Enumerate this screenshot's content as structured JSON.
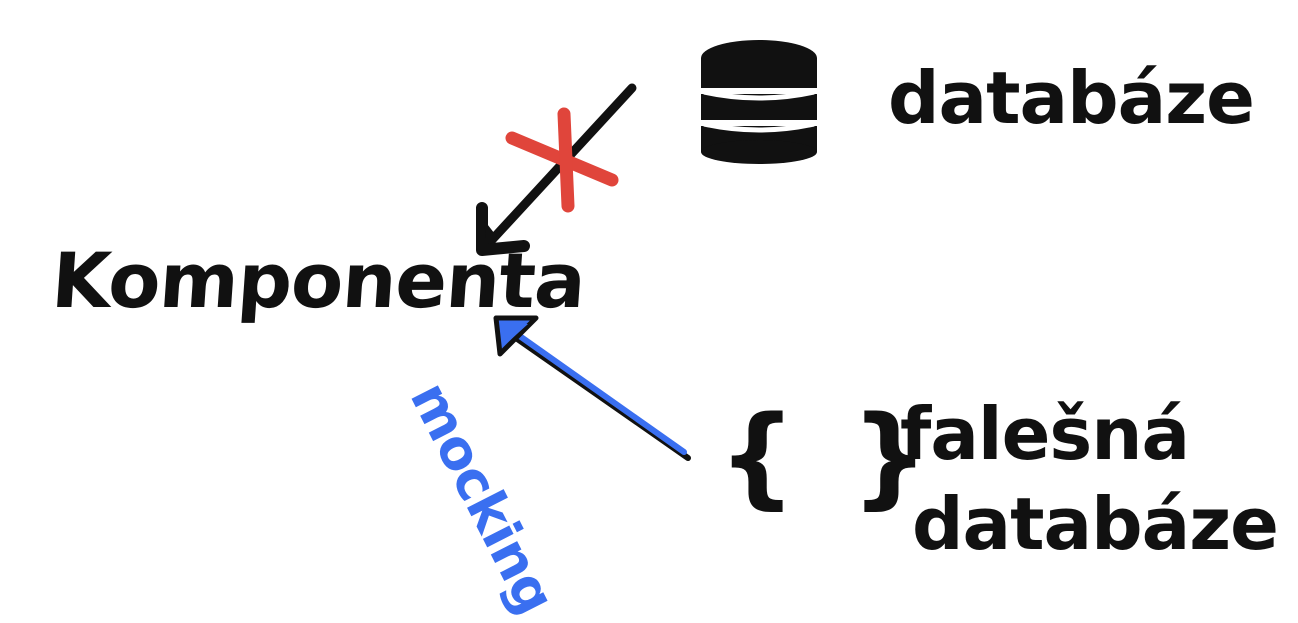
{
  "labels": {
    "component": "Komponenta",
    "database": "databáze",
    "fake_database_line1": "falešná",
    "fake_database_line2": "databáze",
    "mocking": "mocking",
    "fake_object_braces": "{ }"
  },
  "colors": {
    "ink": "#111111",
    "blocked_cross": "#e0453b",
    "mocking_arrow": "#3a6ff0",
    "background": "#ffffff"
  },
  "icons": {
    "database": "database-icon",
    "blocked": "cross-icon",
    "arrow_blocked": "arrow-icon",
    "arrow_mocking": "arrow-icon"
  }
}
